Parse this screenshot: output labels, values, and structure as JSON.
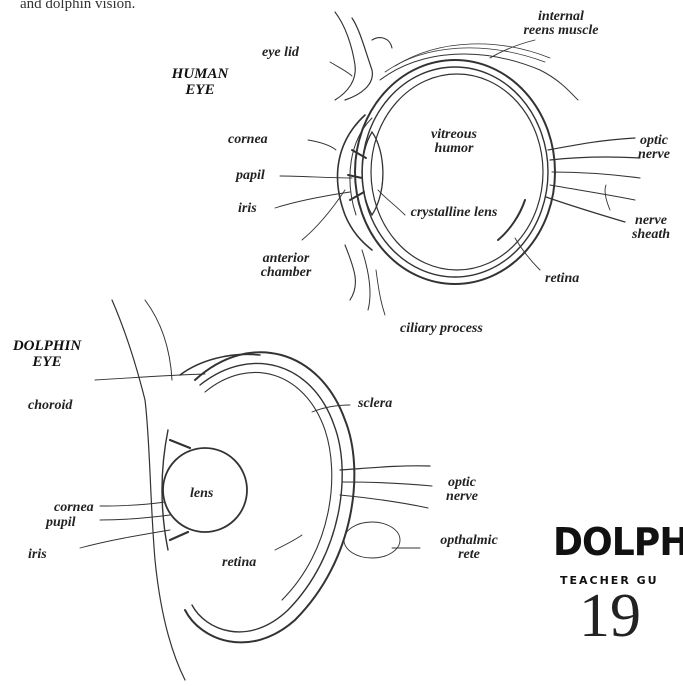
{
  "intro_text": "and dolphin vision.",
  "human": {
    "title": "HUMAN EYE",
    "labels": {
      "eye_lid": "eye lid",
      "internal_reens_muscle": "internal reens muscle",
      "vitreous_humor": "vitreous humor",
      "optic_nerve": "optic nerve",
      "cornea": "cornea",
      "papil": "papil",
      "iris": "iris",
      "crystalline_lens": "crystalline lens",
      "nerve_sheath": "nerve sheath",
      "anterior_chamber": "anterior chamber",
      "retina": "retina",
      "ciliary_process": "ciliary process"
    }
  },
  "dolphin": {
    "title": "DOLPHIN EYE",
    "labels": {
      "choroid": "choroid",
      "sclera": "sclera",
      "lens": "lens",
      "optic_nerve": "optic nerve",
      "cornea": "cornea",
      "pupil": "pupil",
      "iris": "iris",
      "retina": "retina",
      "opthalmic_rete": "opthalmic rete"
    }
  },
  "brand": {
    "logo_text": "DOLPHI",
    "subtitle": "TEACHER GU",
    "page_number": "19"
  }
}
